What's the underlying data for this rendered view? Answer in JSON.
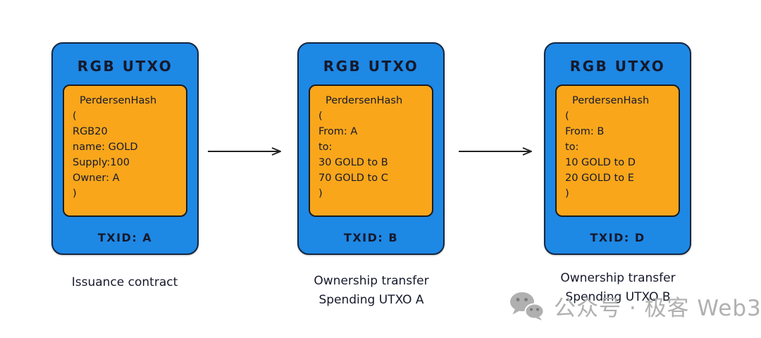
{
  "colors": {
    "page_bg": "#ffffff",
    "box_blue": "#1E88E5",
    "box_orange": "#F9A61B",
    "card_border": "#13263F",
    "hash_border": "#1C1C1C",
    "text_dark": "#16192B",
    "arrow_color": "#222222",
    "watermark_gray": "#B0B0B0",
    "watermark_eyes": "#7A7A7A"
  },
  "cards": [
    {
      "title": "RGB UTXO",
      "hash_lines": [
        "PerdersenHash",
        "(",
        "RGB20",
        "name: GOLD",
        "Supply:100",
        "Owner: A",
        ")"
      ],
      "txid": "TXID: A",
      "caption_lines": [
        "Issuance contract"
      ]
    },
    {
      "title": "RGB UTXO",
      "hash_lines": [
        "PerdersenHash",
        "(",
        "From: A",
        "to:",
        "30 GOLD to B",
        "70 GOLD to C",
        ")"
      ],
      "txid": "TXID: B",
      "caption_lines": [
        "Ownership transfer",
        "Spending UTXO A"
      ]
    },
    {
      "title": "RGB UTXO",
      "hash_lines": [
        "PerdersenHash",
        "(",
        "From: B",
        "to:",
        "10 GOLD to D",
        "20 GOLD to E",
        ")"
      ],
      "txid": "TXID: D",
      "caption_lines": [
        "Ownership transfer",
        "Spending UTXO B"
      ]
    }
  ],
  "watermark": {
    "icon": "wechat-icon",
    "text": "公众号 · 极客 Web3"
  }
}
